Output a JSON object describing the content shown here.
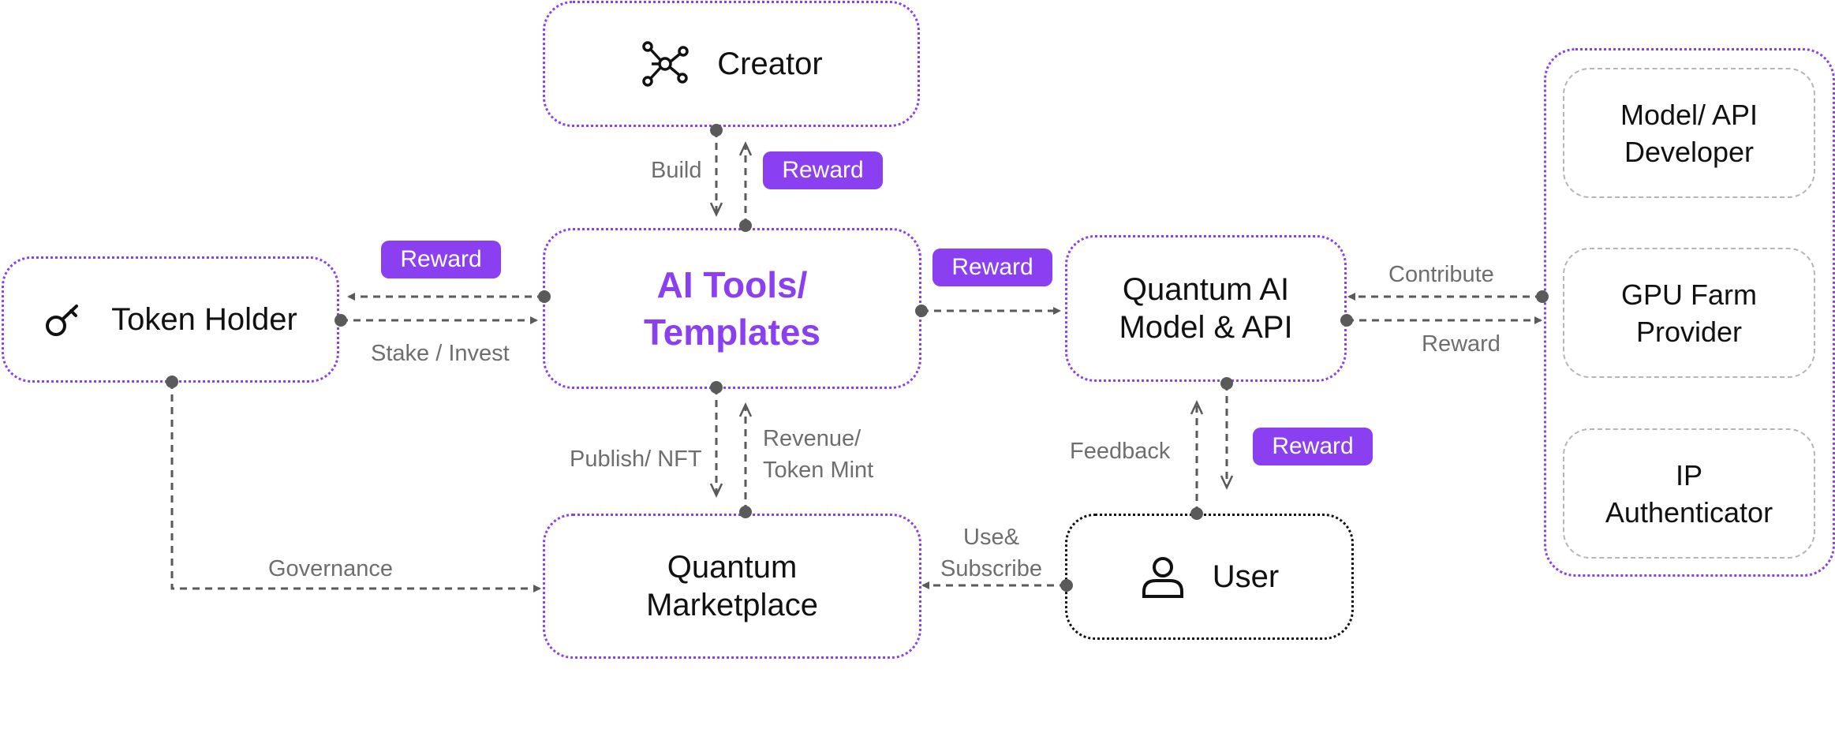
{
  "nodes": {
    "creator": "Creator",
    "token_holder": "Token Holder",
    "ai_tools": "AI Tools/\nTemplates",
    "quantum_ai": "Quantum AI\nModel & API",
    "marketplace": "Quantum\nMarketplace",
    "user": "User",
    "model_api_dev": "Model/ API\nDeveloper",
    "gpu_farm": "GPU Farm\nProvider",
    "ip_auth": "IP\nAuthenticator"
  },
  "badges": {
    "creator_reward": "Reward",
    "holder_reward": "Reward",
    "model_reward": "Reward",
    "user_reward": "Reward"
  },
  "edges": {
    "build": "Build",
    "stake_invest": "Stake / Invest",
    "contribute": "Contribute",
    "reward": "Reward",
    "publish_nft": "Publish/ NFT",
    "revenue_token_mint": "Revenue/\nToken Mint",
    "feedback": "Feedback",
    "use_subscribe": "Use&\nSubscribe",
    "governance": "Governance"
  },
  "icons": {
    "creator": "network-icon",
    "token_holder": "key-icon",
    "user": "user-icon"
  },
  "colors": {
    "accent": "#8a3ff0",
    "line": "#5a5a5a",
    "text": "#111111",
    "muted": "#6e6e6e"
  }
}
